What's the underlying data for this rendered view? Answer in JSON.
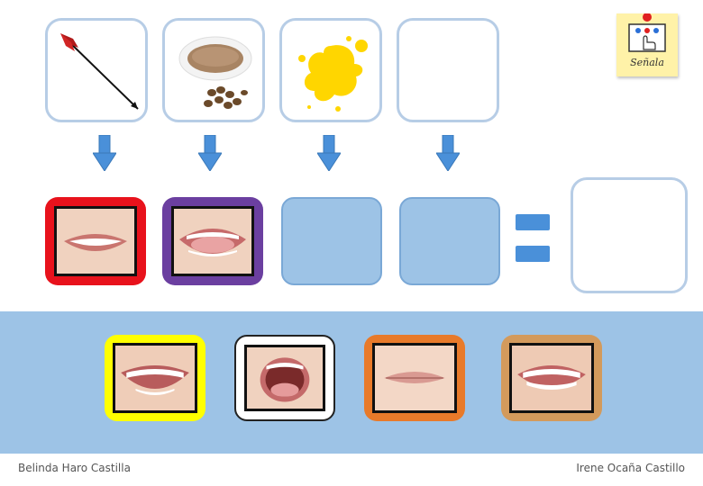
{
  "header": {
    "note_label": "Señala"
  },
  "colors": {
    "card_border": "#b7cde6",
    "arrow": "#4a90d9",
    "band": "#9dc3e6",
    "frame_red": "#e8121c",
    "frame_purple": "#6b3fa0",
    "frame_yellow": "#ffff00",
    "frame_white": "#ffffff",
    "frame_orange": "#e87a2a",
    "frame_tan": "#d39a5c"
  },
  "top_cards": [
    {
      "icon": "arrow-icon"
    },
    {
      "icon": "lentils-icon"
    },
    {
      "icon": "yellow-splash-icon"
    },
    {
      "icon": "empty-card"
    }
  ],
  "mouth_row": [
    {
      "icon": "smile-mouth-icon",
      "frame": "red"
    },
    {
      "icon": "tongue-mouth-icon",
      "frame": "purple"
    },
    {
      "icon": "empty-slot"
    },
    {
      "icon": "empty-slot"
    }
  ],
  "options": [
    {
      "icon": "wide-smile-mouth-icon",
      "frame": "yellow"
    },
    {
      "icon": "open-mouth-icon",
      "frame": "white"
    },
    {
      "icon": "closed-lips-icon",
      "frame": "orange"
    },
    {
      "icon": "teeth-mouth-icon",
      "frame": "tan"
    }
  ],
  "footer": {
    "left_author": "Belinda Haro Castilla",
    "right_author": "Irene Ocaña Castillo"
  }
}
